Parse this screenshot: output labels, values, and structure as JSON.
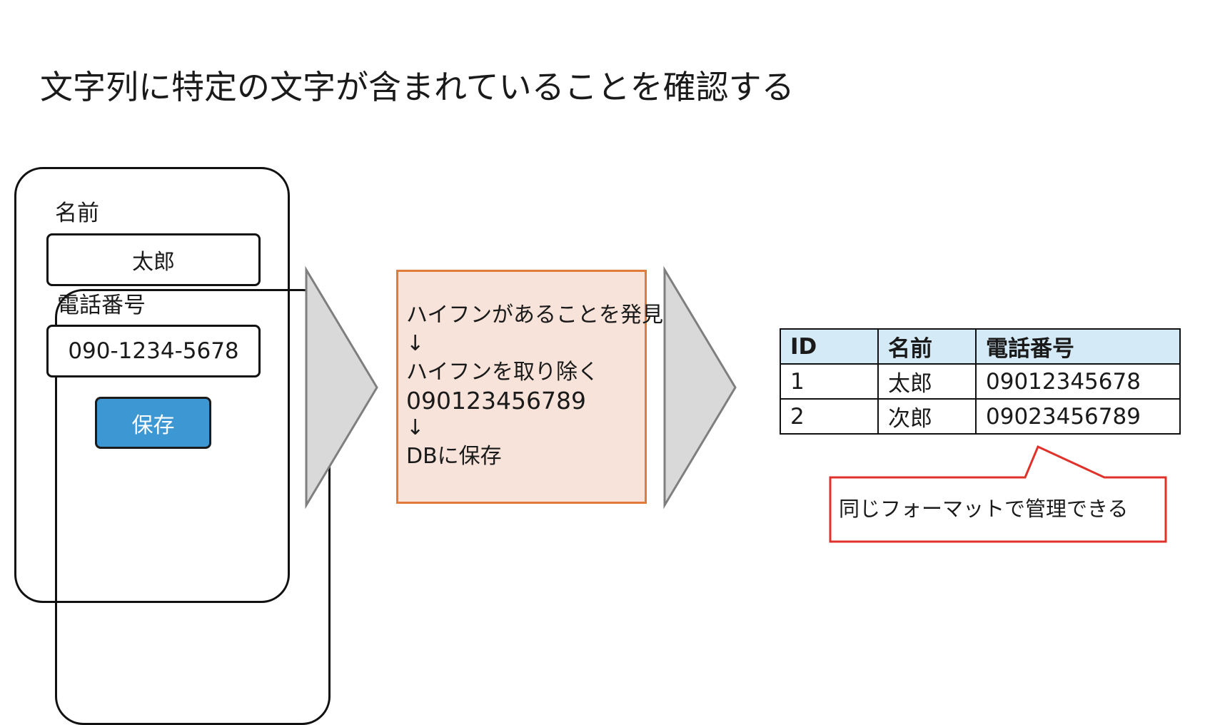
{
  "title": "文字列に特定の文字が含まれていることを確認する",
  "form": {
    "name_label": "名前",
    "name_value": "太郎",
    "phone_label": "電話番号",
    "phone_value": "090-1234-5678",
    "save_label": "保存"
  },
  "process": {
    "lines": [
      "ハイフンがあることを発見",
      "↓",
      "ハイフンを取り除く",
      "090123456789",
      "↓",
      "DBに保存"
    ]
  },
  "table": {
    "headers": [
      "ID",
      "名前",
      "電話番号"
    ],
    "rows": [
      [
        "1",
        "太郎",
        "09012345678"
      ],
      [
        "2",
        "次郎",
        "09023456789"
      ]
    ]
  },
  "callout": {
    "text": "同じフォーマットで管理できる"
  },
  "colors": {
    "save_button": "#3d97d3",
    "process_fill": "#f7e3d9",
    "process_border": "#e07b39",
    "table_header": "#d4eaf6",
    "callout_border": "#e0312b",
    "chevron_fill": "#d9d9d9"
  }
}
